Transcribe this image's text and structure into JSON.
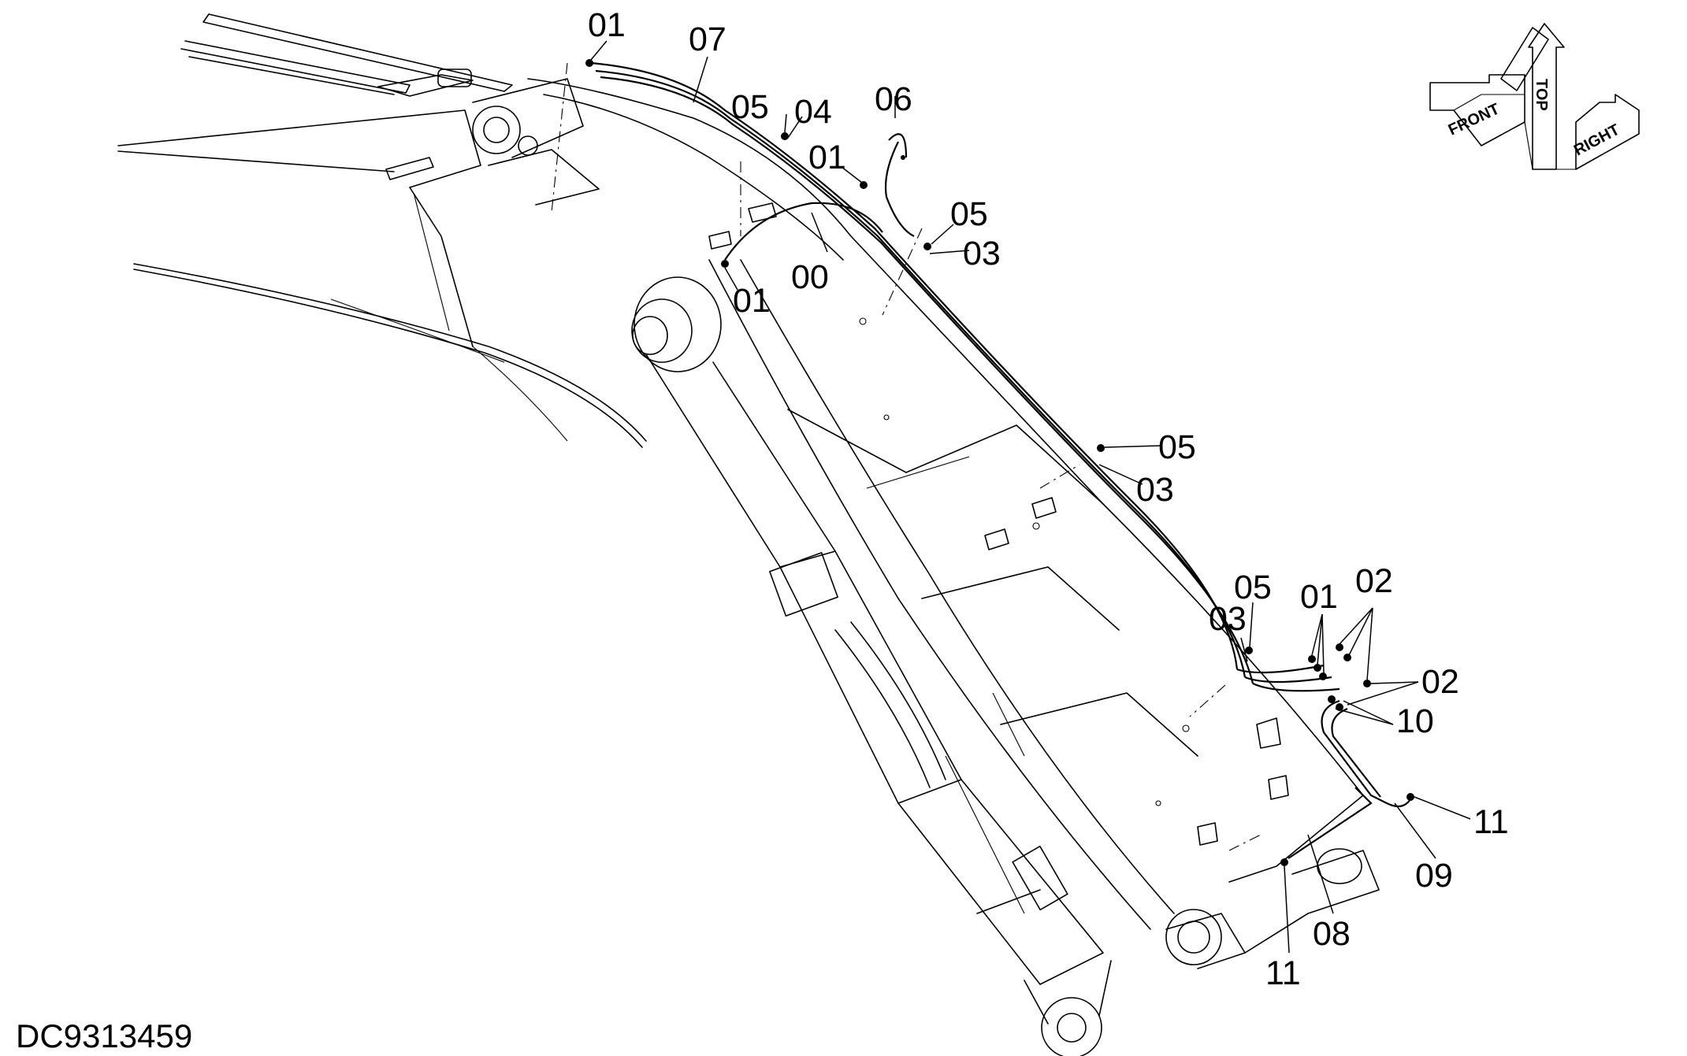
{
  "drawing_number": "DC9313459",
  "orientation": {
    "front": "FRONT",
    "top": "TOP",
    "right": "RIGHT"
  },
  "callouts": {
    "c01_top": "01",
    "c07": "07",
    "c05_a": "05",
    "c04": "04",
    "c06": "06",
    "c01_mid": "01",
    "c05_b": "05",
    "c03_a": "03",
    "c00": "00",
    "c01_pin": "01",
    "c05_c": "05",
    "c03_b": "03",
    "c05_d": "05",
    "c03_c": "03",
    "c01_group": "01",
    "c02_a": "02",
    "c02_b": "02",
    "c10": "10",
    "c11_right": "11",
    "c09": "09",
    "c08": "08",
    "c11_bottom": "11"
  }
}
